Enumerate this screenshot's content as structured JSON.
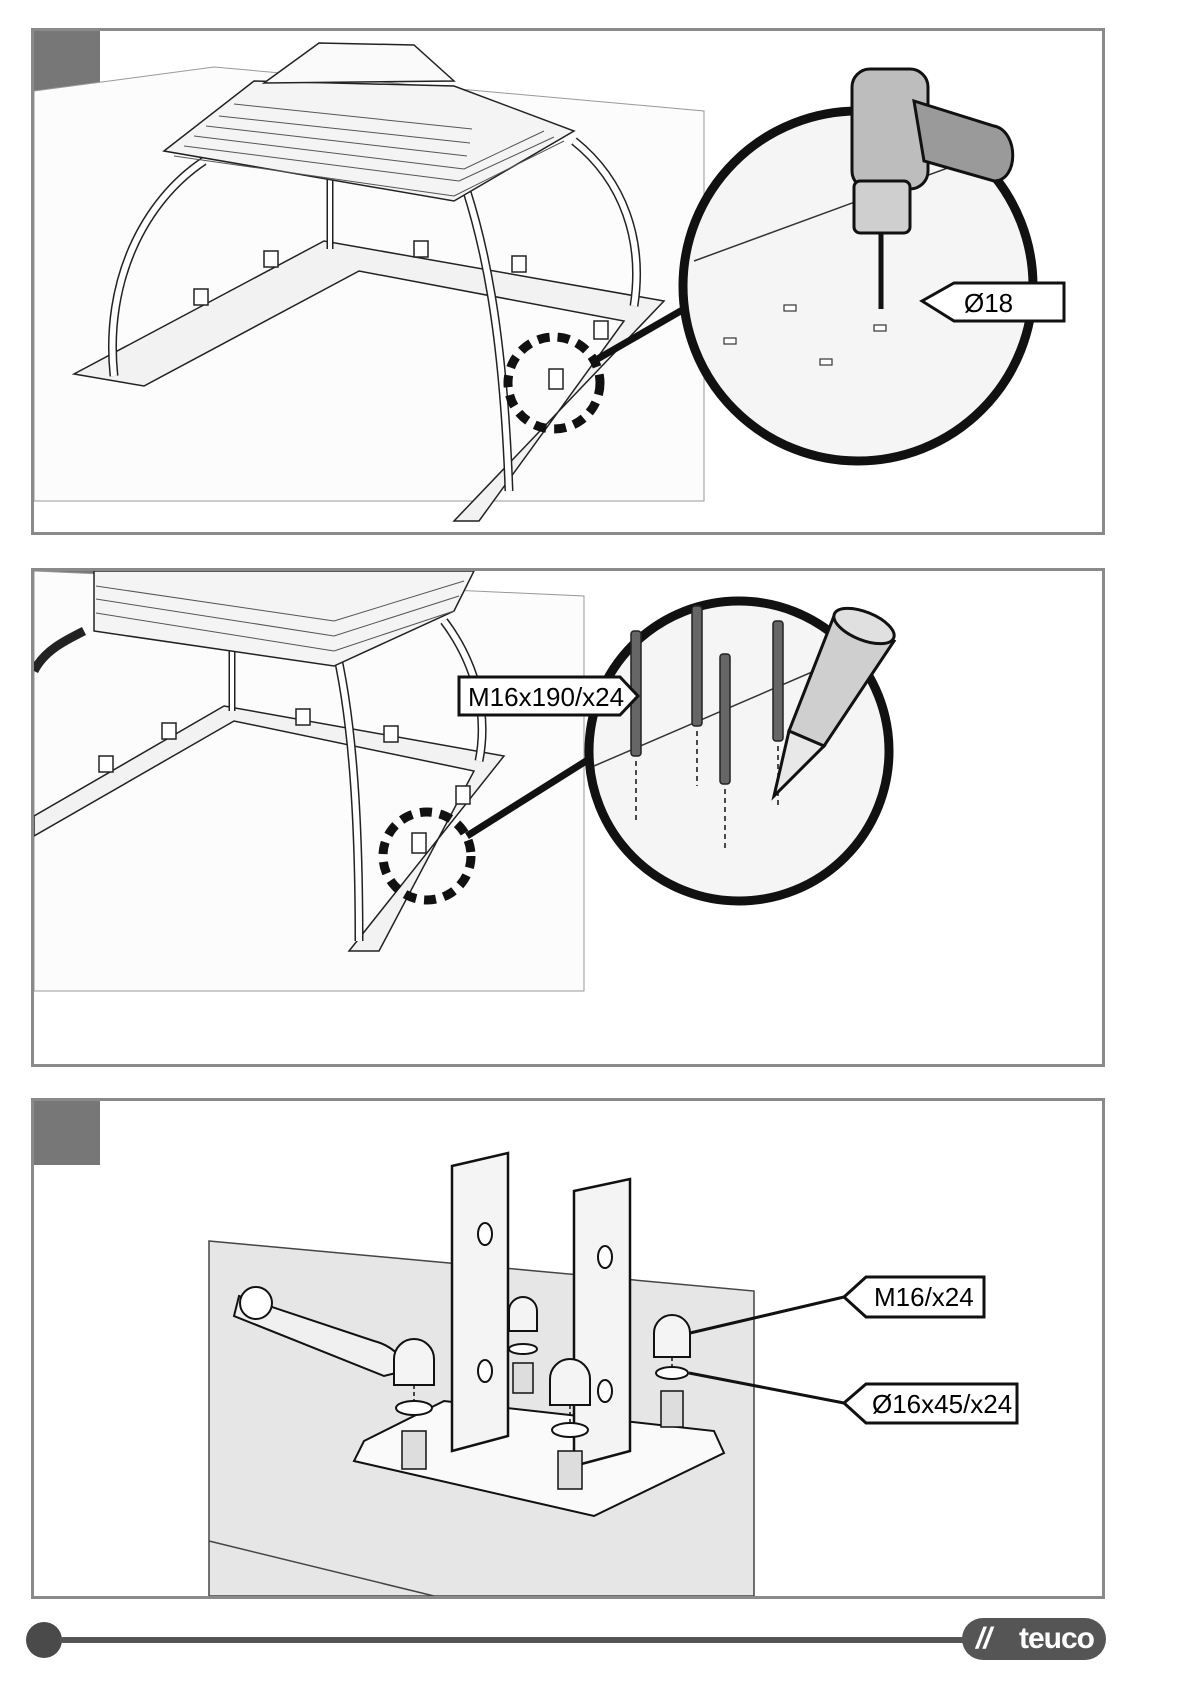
{
  "panels": [
    {
      "callouts": [
        {
          "label": "Ø18"
        }
      ]
    },
    {
      "callouts": [
        {
          "label": "M16x190/x24"
        }
      ]
    },
    {
      "callouts": [
        {
          "label": "M16/x24"
        },
        {
          "label": "Ø16x45/x24"
        }
      ]
    }
  ],
  "footer": {
    "logo_text": "teuco"
  },
  "colors": {
    "frame": "#8a8a8a",
    "tab": "#777777",
    "footer_line": "#555555",
    "logo_bg": "#555555"
  },
  "icons": [
    "drill-icon",
    "threaded-rod-icon",
    "adhesive-cartridge-icon",
    "wrench-icon",
    "cap-nut-icon",
    "washer-icon"
  ]
}
